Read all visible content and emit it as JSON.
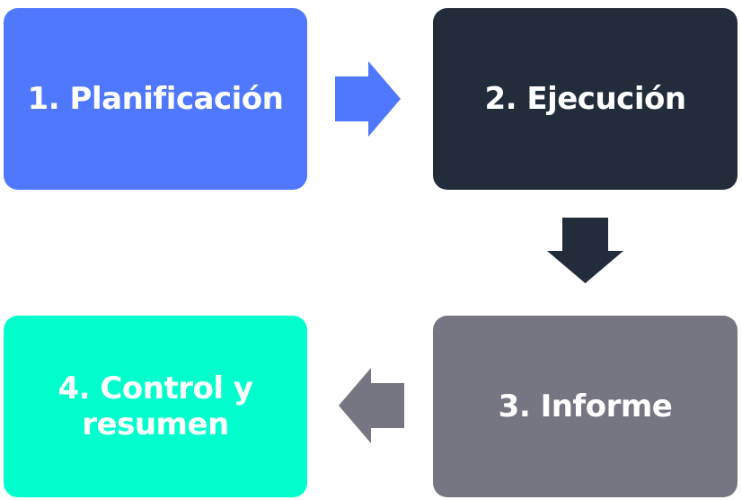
{
  "steps": [
    {
      "label": "1. Planificación",
      "color": "#5078ff"
    },
    {
      "label": "2. Ejecución",
      "color": "#232c3b"
    },
    {
      "label": "3. Informe",
      "color": "#767682"
    },
    {
      "label": "4. Control y resumen",
      "color": "#00ffcc"
    }
  ],
  "connectors": [
    {
      "from": "1. Planificación",
      "to": "2. Ejecución",
      "direction": "right",
      "color": "#5078ff",
      "icon": "arrow-right-icon"
    },
    {
      "from": "2. Ejecución",
      "to": "3. Informe",
      "direction": "down",
      "color": "#232c3b",
      "icon": "arrow-down-icon"
    },
    {
      "from": "3. Informe",
      "to": "4. Control y resumen",
      "direction": "left",
      "color": "#767682",
      "icon": "arrow-left-icon"
    }
  ]
}
